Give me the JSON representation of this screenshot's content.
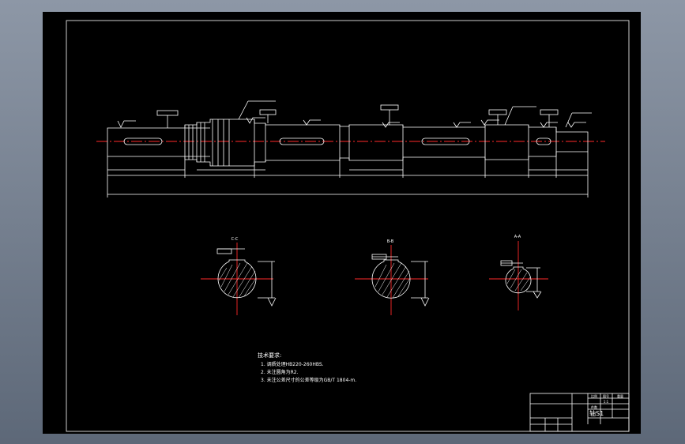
{
  "drawing": {
    "section_labels": [
      "C-C",
      "B-B",
      "A-A"
    ],
    "tech_requirements": {
      "title": "技术要求:",
      "lines": [
        "1. 调质处理HB220-260HBS.",
        "2. 未注圆角为R2.",
        "3. 未注公差尺寸的公差等级为GB/T 1804-m."
      ]
    },
    "title_block": {
      "header": [
        "比例",
        "图号",
        "件数",
        "重量"
      ],
      "scale": "1:1",
      "part_name": "轴S1"
    }
  },
  "colors": {
    "background": "#000000",
    "lines": "#ffffff",
    "centerline": "#ff2a2a",
    "frame_outer": "#8d97a6"
  }
}
